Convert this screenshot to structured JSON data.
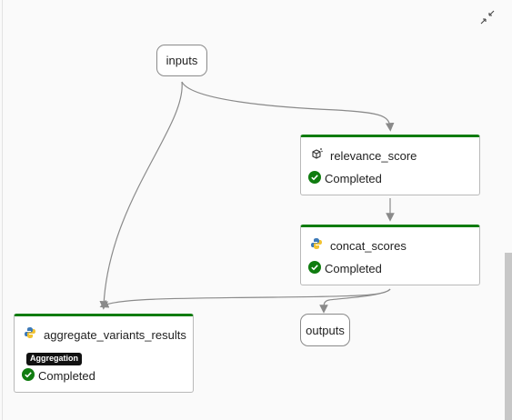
{
  "pipeline": {
    "nodes": {
      "inputs": {
        "label": "inputs"
      },
      "outputs": {
        "label": "outputs"
      },
      "relevance_score": {
        "title": "relevance_score",
        "status": "Completed",
        "icon": "prompt-flow-icon"
      },
      "concat_scores": {
        "title": "concat_scores",
        "status": "Completed",
        "icon": "python-icon"
      },
      "aggregate_variants_results": {
        "title": "aggregate_variants_results",
        "tag": "Aggregation",
        "status": "Completed",
        "icon": "python-icon"
      }
    }
  },
  "toolbar": {
    "collapse_icon": "collapse-arrows-icon"
  },
  "colors": {
    "accent_green": "#107c10",
    "edge": "#8a8a8a"
  }
}
